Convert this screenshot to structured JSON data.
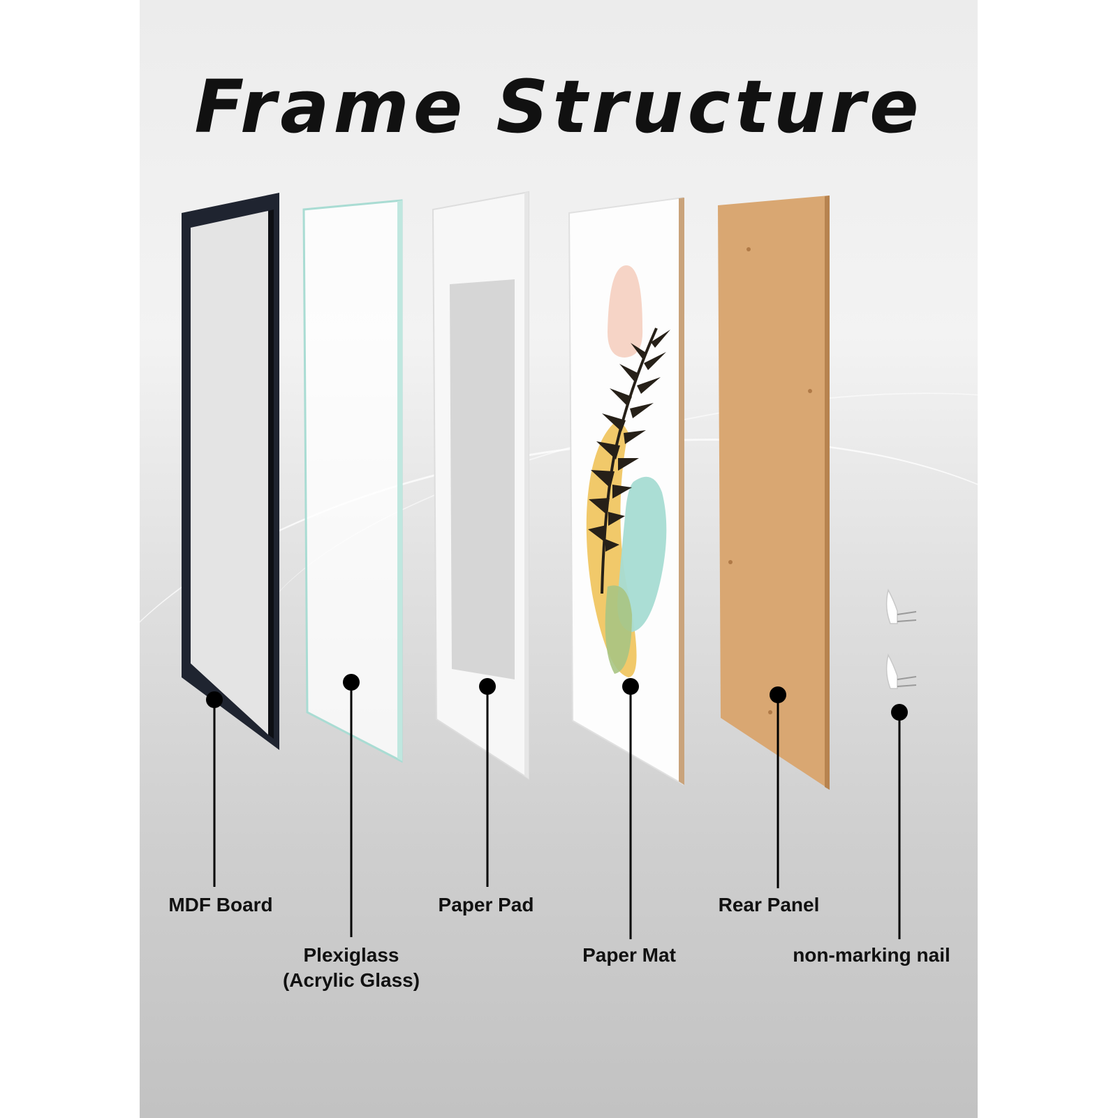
{
  "title": "Frame Structure",
  "parts": [
    {
      "id": "mdf-board",
      "label": "MDF Board"
    },
    {
      "id": "plexiglass",
      "label": "Plexiglass\n(Acrylic Glass)"
    },
    {
      "id": "paper-pad",
      "label": "Paper Pad"
    },
    {
      "id": "paper-mat",
      "label": "Paper Mat"
    },
    {
      "id": "rear-panel",
      "label": "Rear Panel"
    },
    {
      "id": "nail",
      "label": "non-marking nail"
    }
  ],
  "colors": {
    "frame": "#1f2430",
    "glass_edge": "#a9dcd3",
    "kraft": "#d9a772",
    "blush": "#f6d4c6",
    "mustard": "#f0c662",
    "mint": "#a7dcd3",
    "leaf": "#262018"
  }
}
